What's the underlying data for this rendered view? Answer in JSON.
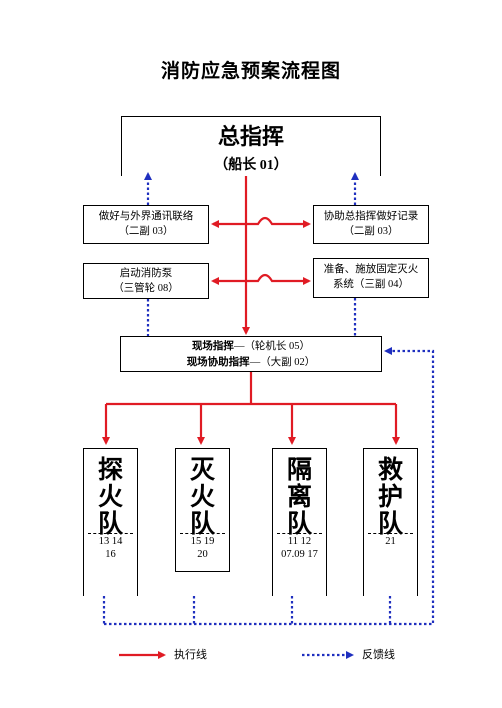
{
  "title": "消防应急预案流程图",
  "commander": {
    "name": "总指挥",
    "sub": "（船长 01）"
  },
  "left_boxes": [
    {
      "line1": "做好与外界通讯联络",
      "line2": "（二副 03）"
    },
    {
      "line1": "启动消防泵",
      "line2": "（三管轮 08）"
    }
  ],
  "right_boxes": [
    {
      "line1": "协助总指挥做好记录",
      "line2": "（二副 03）"
    },
    {
      "line1": "准备、施放固定灭火",
      "line2": "系统（三副 04）"
    }
  ],
  "site": {
    "line1_bold": "现场指挥",
    "line1_rest": "—（轮机长 05）",
    "line2_bold": "现场协助指挥",
    "line2_rest": "—（大副 02）"
  },
  "teams": [
    {
      "name": [
        "探",
        "火",
        "队"
      ],
      "num1": "13 14",
      "num2": "16"
    },
    {
      "name": [
        "灭",
        "火",
        "队"
      ],
      "num1": "15 19",
      "num2": "20"
    },
    {
      "name": [
        "隔",
        "离",
        "队"
      ],
      "num1": "11 12",
      "num2": "07.09 17"
    },
    {
      "name": [
        "救",
        "护",
        "队"
      ],
      "num1": "21",
      "num2": ""
    }
  ],
  "legend": {
    "exec": "执行线",
    "feedback": "反馈线"
  },
  "colors": {
    "exec_line": "#e01b24",
    "feedback_line": "#1f2fbf"
  }
}
